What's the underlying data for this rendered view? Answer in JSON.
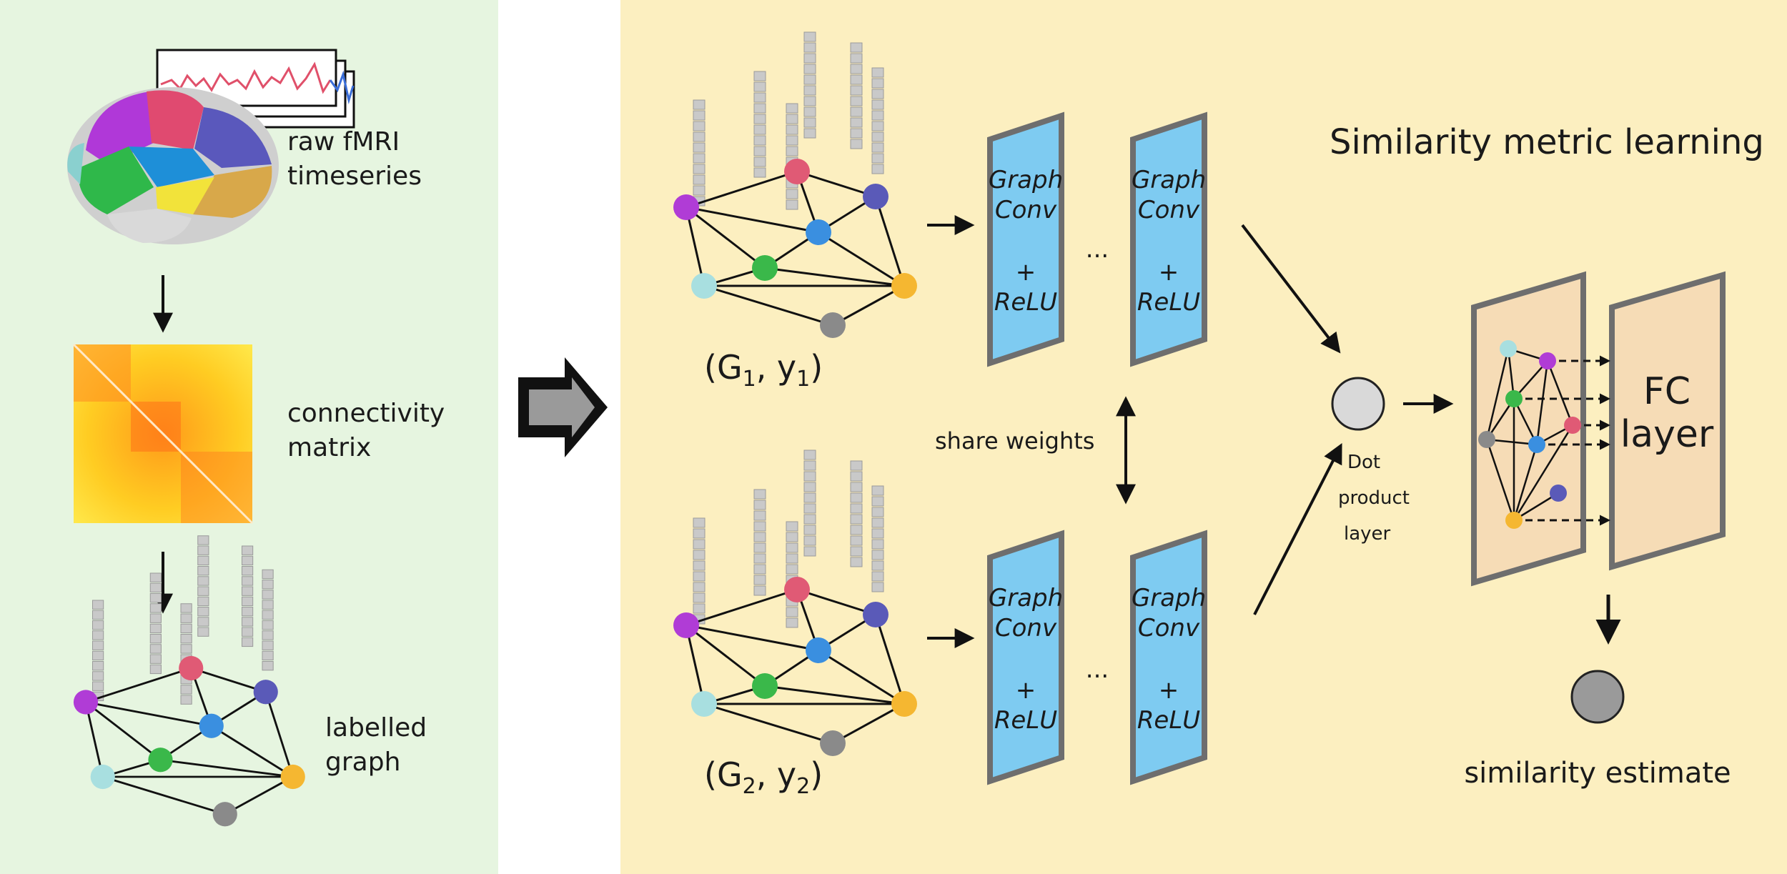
{
  "left_panel": {
    "timeseries_label": [
      "raw fMRI",
      "timeseries"
    ],
    "matrix_label": [
      "connectivity",
      "matrix"
    ],
    "graph_label": [
      "labelled",
      "graph"
    ]
  },
  "right_panel": {
    "title": "Similarity metric learning",
    "graph1_label": {
      "main": "(G",
      "sub1": "1",
      "sep": ", y",
      "sub2": "1",
      "close": ")"
    },
    "graph2_label": {
      "main": "(G",
      "sub1": "2",
      "sep": ", y",
      "sub2": "2",
      "close": ")"
    },
    "share_weights": "share weights",
    "ellipsis": "...",
    "gc_block": [
      "Graph",
      "Conv",
      "+",
      "ReLU"
    ],
    "dot_product": [
      "Dot",
      "product",
      "layer"
    ],
    "fc_layer": [
      "FC",
      "layer"
    ],
    "similarity_estimate": "similarity estimate"
  },
  "colors": {
    "left_bg": "#e6f5e0",
    "right_bg": "#fcefc0",
    "gc_fill": "#7ecbf1",
    "gc_border": "#6e6e6e",
    "fc_fill": "#f6dcb6",
    "node_purple": "#b03cd6",
    "node_red": "#e05a75",
    "node_indigo": "#5a5ab8",
    "node_blue": "#3a8fe0",
    "node_green": "#3ab84a",
    "node_cyan": "#a8dfe0",
    "node_orange": "#f5b731",
    "node_gray": "#8a8a8a"
  }
}
